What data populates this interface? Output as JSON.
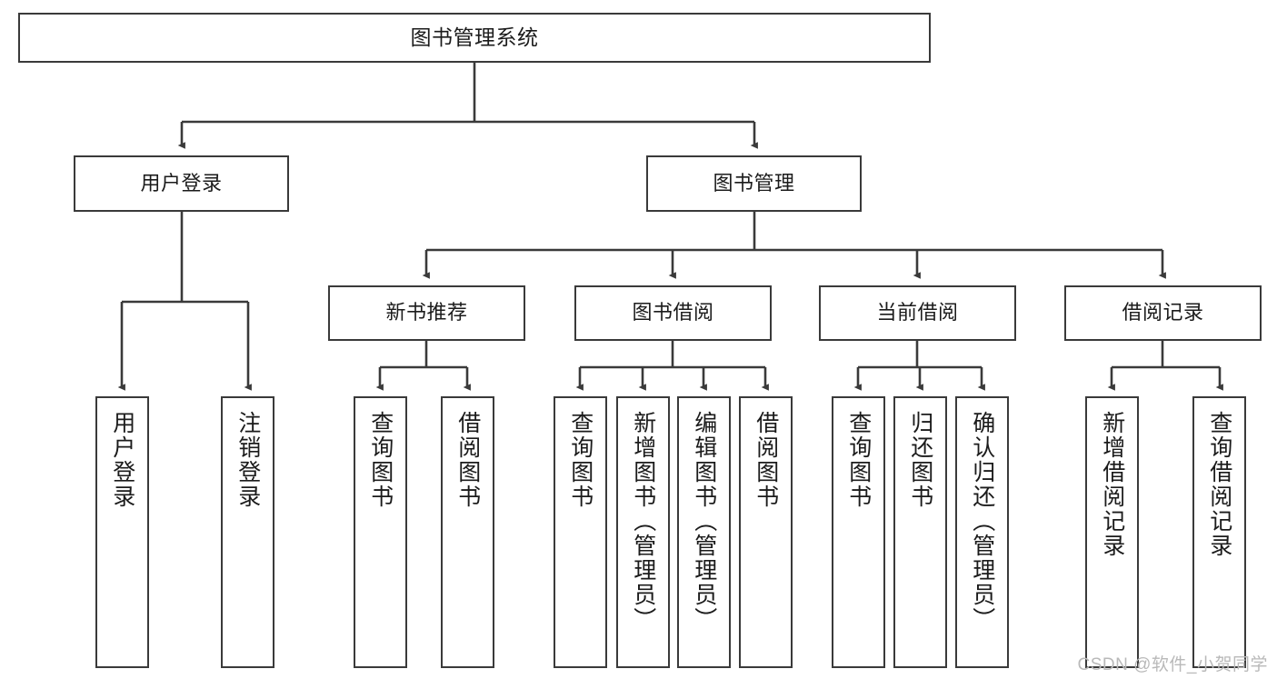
{
  "diagram": {
    "type": "tree-hierarchy-chart",
    "title": "图书管理系统",
    "stroke_color": "#3a3a3a",
    "text_color": "#1b1b1b",
    "background_color": "#ffffff",
    "watermark": "CSDN @软件_小贺同学",
    "nodes": {
      "root": {
        "label": "图书管理系统",
        "level": 1
      },
      "l2": [
        {
          "id": "user-login",
          "label": "用户登录",
          "level": 2
        },
        {
          "id": "book-manage",
          "label": "图书管理",
          "level": 2
        }
      ],
      "l3": [
        {
          "id": "new-book-recommend",
          "label": "新书推荐",
          "level": 3,
          "parent": "book-manage"
        },
        {
          "id": "book-borrow",
          "label": "图书借阅",
          "level": 3,
          "parent": "book-manage"
        },
        {
          "id": "current-borrow",
          "label": "当前借阅",
          "level": 3,
          "parent": "book-manage"
        },
        {
          "id": "borrow-record",
          "label": "借阅记录",
          "level": 3,
          "parent": "book-manage"
        }
      ],
      "leaves": [
        {
          "id": "leaf-user-login",
          "label": "用户登录",
          "parent": "user-login"
        },
        {
          "id": "leaf-logout",
          "label": "注销登录",
          "parent": "user-login"
        },
        {
          "id": "leaf-query-book-1",
          "label": "查询图书",
          "parent": "new-book-recommend"
        },
        {
          "id": "leaf-borrow-book-1",
          "label": "借阅图书",
          "parent": "new-book-recommend"
        },
        {
          "id": "leaf-query-book-2",
          "label": "查询图书",
          "parent": "book-borrow"
        },
        {
          "id": "leaf-add-book",
          "label": "新增图书（管理员）",
          "parent": "book-borrow"
        },
        {
          "id": "leaf-edit-book",
          "label": "编辑图书（管理员）",
          "parent": "book-borrow"
        },
        {
          "id": "leaf-borrow-book-2",
          "label": "借阅图书",
          "parent": "book-borrow"
        },
        {
          "id": "leaf-query-book-3",
          "label": "查询图书",
          "parent": "current-borrow"
        },
        {
          "id": "leaf-return-book",
          "label": "归还图书",
          "parent": "current-borrow"
        },
        {
          "id": "leaf-confirm-return",
          "label": "确认归还（管理员）",
          "parent": "current-borrow"
        },
        {
          "id": "leaf-add-record",
          "label": "新增借阅记录",
          "parent": "borrow-record"
        },
        {
          "id": "leaf-query-record",
          "label": "查询借阅记录",
          "parent": "borrow-record"
        }
      ]
    }
  }
}
